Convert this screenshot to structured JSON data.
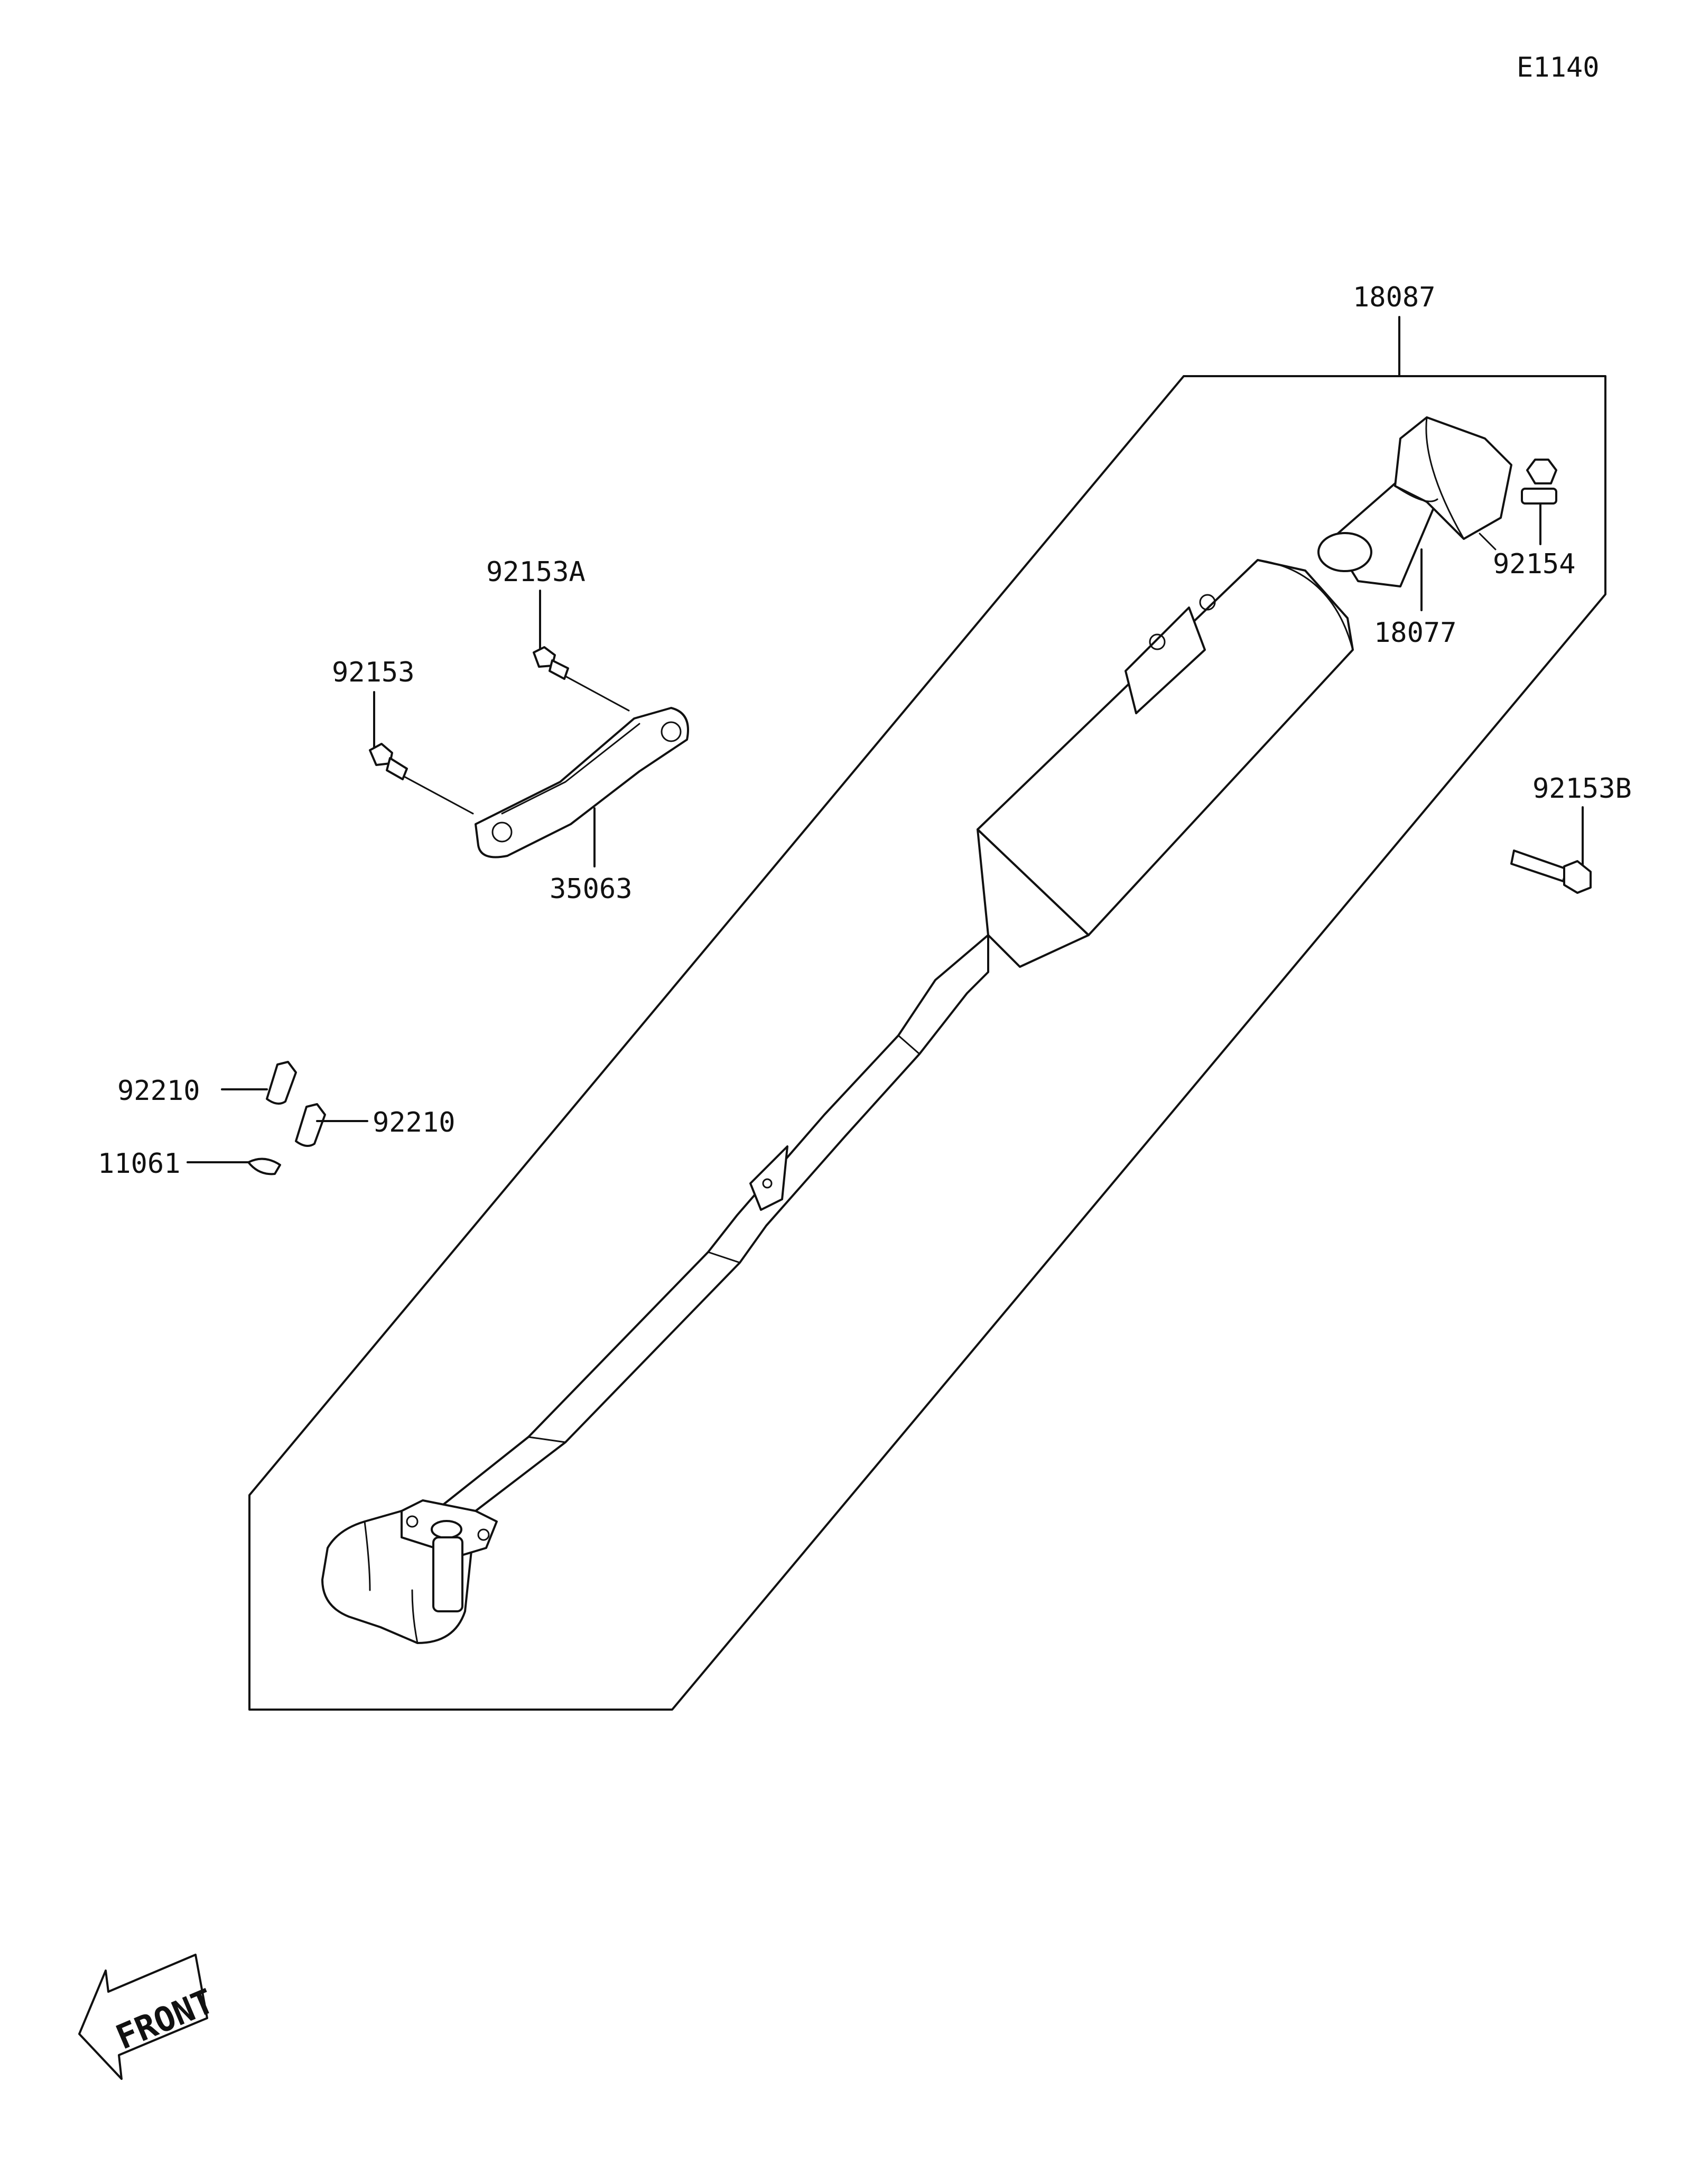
{
  "diagram_code": "E1140",
  "callouts": {
    "exhaust_assy": "18087",
    "silencer_end": "18077",
    "bolt_end": "92154",
    "bolt_a": "92153A",
    "bolt": "92153",
    "bracket": "35063",
    "bolt_b": "92153B",
    "nut_upper": "92210",
    "nut_lower": "92210",
    "gasket": "11061"
  },
  "front_marker": "FRONT"
}
